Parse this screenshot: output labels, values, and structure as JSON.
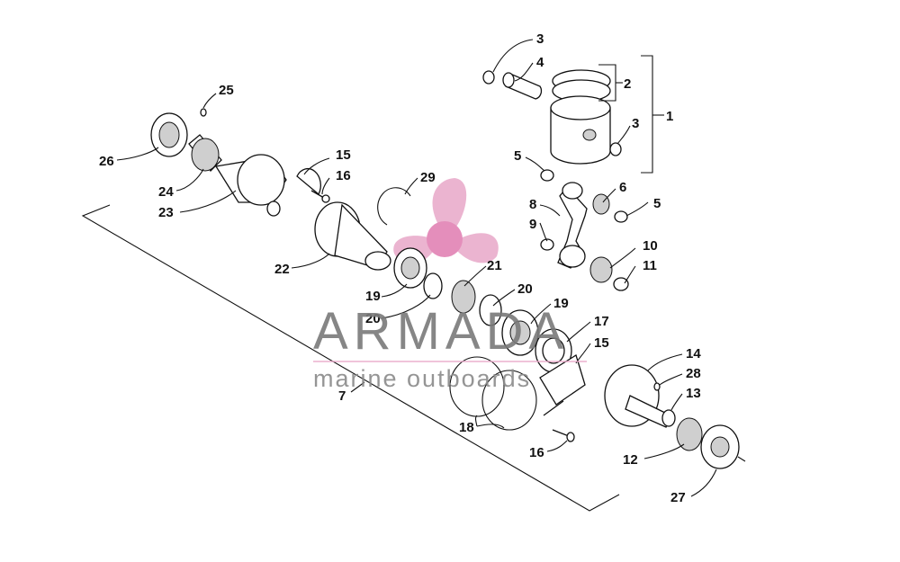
{
  "watermark": {
    "brand": "ARMADA",
    "tagline": "marine outboards",
    "color_brand": "#7a7a7a",
    "color_logo": "#e8a7c8",
    "color_logo_center": "#e07bb0"
  },
  "callouts": {
    "c1": "1",
    "c2": "2",
    "c3a": "3",
    "c3b": "3",
    "c4": "4",
    "c5a": "5",
    "c5b": "5",
    "c6": "6",
    "c7": "7",
    "c8": "8",
    "c9": "9",
    "c10": "10",
    "c11": "11",
    "c12": "12",
    "c13": "13",
    "c14": "14",
    "c15a": "15",
    "c15b": "15",
    "c16a": "16",
    "c16b": "16",
    "c17": "17",
    "c18": "18",
    "c19a": "19",
    "c19b": "19",
    "c20a": "20",
    "c20b": "20",
    "c21": "21",
    "c22": "22",
    "c23": "23",
    "c24": "24",
    "c25": "25",
    "c26": "26",
    "c27": "27",
    "c28": "28",
    "c29": "29"
  }
}
